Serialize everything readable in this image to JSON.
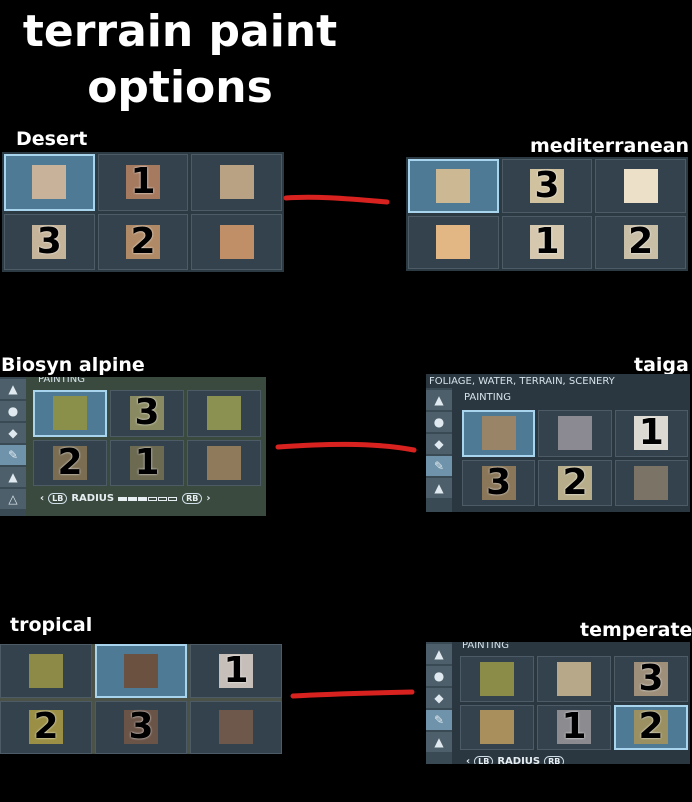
{
  "title": "terrain paint options",
  "panels": {
    "desert": {
      "label": "Desert",
      "colors": [
        "#c8b39a",
        "#a57a5f",
        "#b9a283",
        "#c6b49a",
        "#b08a66",
        "#c18f67"
      ],
      "numbers": [
        "",
        "1",
        "",
        "3",
        "2",
        ""
      ]
    },
    "mediterranean": {
      "label": "mediterranean",
      "colors": [
        "#cdb894",
        "#d0c29e",
        "#ece1c8",
        "#e2b784",
        "#d5c8ae",
        "#c9bfa7"
      ],
      "numbers": [
        "",
        "3",
        "",
        "",
        "1",
        "2"
      ]
    },
    "biosyn_alpine": {
      "label": "Biosyn alpine",
      "header": "PAINTING",
      "colors": [
        "#8a8f4a",
        "#8a8a62",
        "#8b9150",
        "#7a6d52",
        "#6d6a52",
        "#8f7a5c"
      ],
      "numbers": [
        "",
        "3",
        "",
        "2",
        "1",
        ""
      ],
      "radius": {
        "left": "LB",
        "text": "RADIUS",
        "right": "RB"
      }
    },
    "taiga": {
      "label": "taiga",
      "top": "FOLIAGE, WATER, TERRAIN, SCENERY",
      "header": "PAINTING",
      "colors": [
        "#9a8468",
        "#8b8a92",
        "#dcd8d2",
        "#8a7658",
        "#b7ad8a",
        "#7b7466"
      ],
      "numbers": [
        "",
        "",
        "1",
        "3",
        "2",
        ""
      ]
    },
    "tropical": {
      "label": "tropical",
      "colors": [
        "#8d8a48",
        "#6b5240",
        "#c6beb8",
        "#9b8f45",
        "#6a5347",
        "#6e584b"
      ],
      "numbers": [
        "",
        "",
        "1",
        "2",
        "3",
        ""
      ]
    },
    "temperate": {
      "label": "temperate",
      "header": "PAINTING",
      "colors": [
        "#8a8c48",
        "#b7a88a",
        "#9d8f7a",
        "#a88f5b",
        "#8c8c90",
        "#9a9061"
      ],
      "numbers": [
        "",
        "",
        "3",
        "",
        "1",
        "2"
      ],
      "radius": {
        "left": "LB",
        "text": "RADIUS",
        "right": "RB"
      }
    }
  },
  "colors": {
    "red_line": "#d7221f",
    "selected": "#4f7a95"
  }
}
